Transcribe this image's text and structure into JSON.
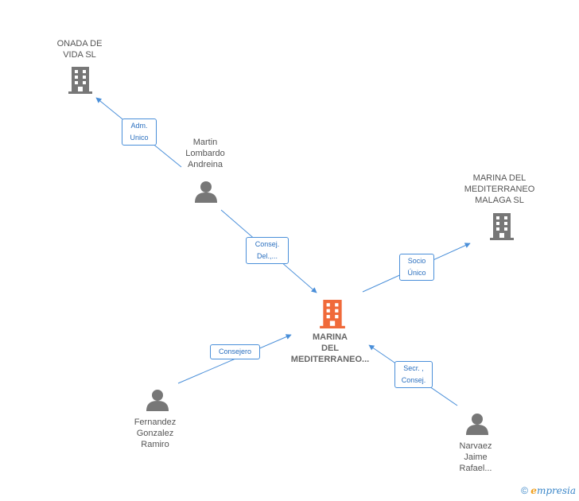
{
  "nodes": {
    "onada": {
      "label": "ONADA DE\nVIDA  SL",
      "type": "company"
    },
    "martin": {
      "label": "Martin\nLombardo\nAndreina",
      "type": "person"
    },
    "marina_malaga": {
      "label": "MARINA DEL\nMEDITERRANEO\nMALAGA SL",
      "type": "company"
    },
    "marina_center": {
      "label": "MARINA\nDEL\nMEDITERRANEO...",
      "type": "company-main"
    },
    "fernandez": {
      "label": "Fernandez\nGonzalez\nRamiro",
      "type": "person"
    },
    "narvaez": {
      "label": "Narvaez\nJaime\nRafael...",
      "type": "person"
    }
  },
  "edges": {
    "adm_unico": "Adm.\nUnico",
    "consej_del": "Consej.\nDel.,...",
    "socio_unico": "Socio\nÚnico",
    "consejero": "Consejero",
    "secr_consej": "Secr. ,\nConsej."
  },
  "colors": {
    "edge": "#4a8fd9",
    "company": "#777777",
    "main_company": "#f06a3a",
    "person": "#777777"
  },
  "footer": {
    "copyright": "©",
    "brand_initial": "e",
    "brand_rest": "mpresia"
  }
}
